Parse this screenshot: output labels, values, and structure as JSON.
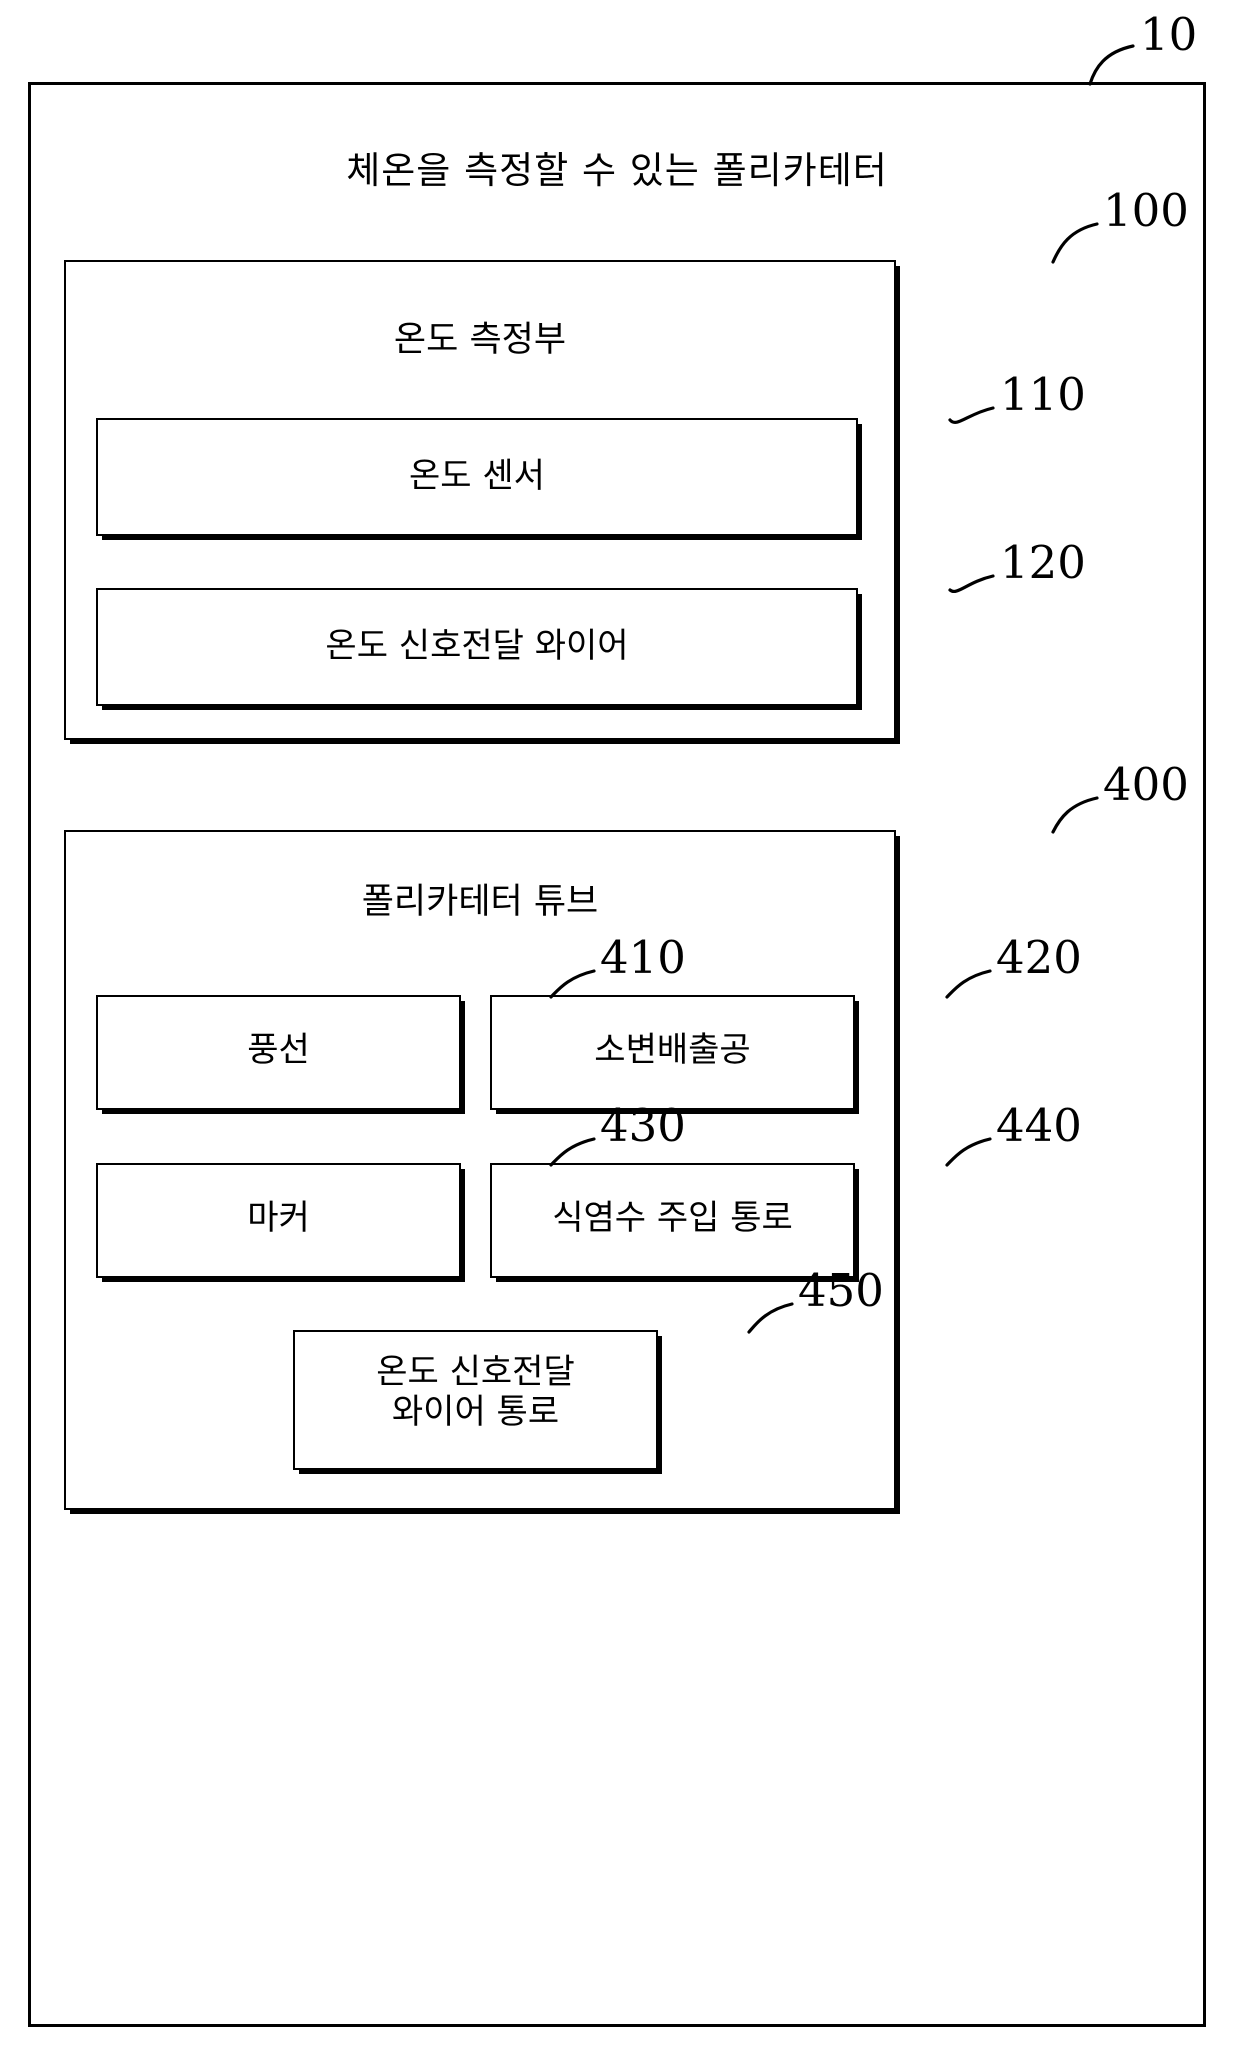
{
  "figure": {
    "title": "체온을 측정할 수 있는 폴리카테터",
    "outer_ref": "10"
  },
  "blocks": [
    {
      "ref": "100",
      "title": "온도 측정부",
      "children": [
        {
          "ref": "110",
          "title": "온도 센서"
        },
        {
          "ref": "120",
          "title": "온도 신호전달 와이어"
        }
      ]
    },
    {
      "ref": "400",
      "title": "폴리카테터 튜브",
      "children": [
        {
          "ref": "410",
          "title": "풍선"
        },
        {
          "ref": "420",
          "title": "소변배출공"
        },
        {
          "ref": "430",
          "title": "마커"
        },
        {
          "ref": "440",
          "title": "식염수 주입 통로"
        },
        {
          "ref": "450",
          "title": "온도 신호전달\n와이어 통로"
        }
      ]
    }
  ],
  "colors": {
    "line": "#000000",
    "background": "#ffffff"
  }
}
